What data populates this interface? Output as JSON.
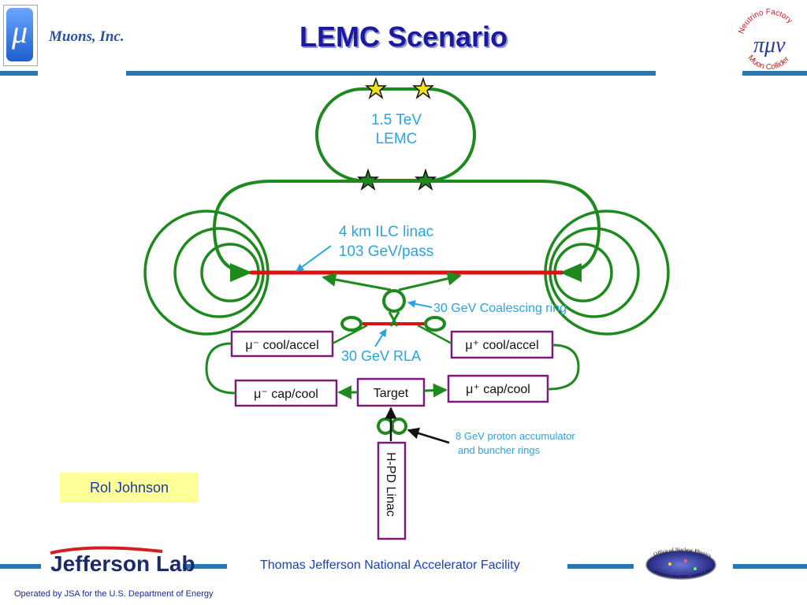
{
  "header": {
    "logo_glyph": "μ",
    "company": "Muons, Inc.",
    "title": "LEMC Scenario",
    "badge_text_top": "Neutrino Factory",
    "badge_text_bottom": "Muon Collider",
    "badge_glyphs": "πμν"
  },
  "diagram": {
    "collider_label_line1": "1.5 TeV",
    "collider_label_line2": "LEMC",
    "linac_label_line1": "4 km ILC linac",
    "linac_label_line2": "103 GeV/pass",
    "coalescing_label": "30 GeV Coalescing ring",
    "rla_label": "30 GeV RLA",
    "mu_minus_cool": "μ⁻ cool/accel",
    "mu_plus_cool": "μ⁺ cool/accel",
    "mu_minus_cap": "μ⁻ cap/cool",
    "mu_plus_cap": "μ⁺ cap/cool",
    "target": "Target",
    "accumulator_line1": "8 GeV proton accumulator",
    "accumulator_line2": "and buncher rings",
    "hpd_linac": "H-PD Linac",
    "colors": {
      "ring": "#1e8a1e",
      "linac": "#dd1111",
      "box_border": "#7a1a7a",
      "label_blue": "#2aa4e0",
      "arrow_blue": "#2aa4e0"
    }
  },
  "note": {
    "name": "Rol Johnson"
  },
  "footer": {
    "lab": "Jefferson Lab",
    "facility": "Thomas Jefferson National Accelerator Facility",
    "operated": "Operated by JSA for the U.S. Department of Energy",
    "office_text_top": "Office of Nuclear Physics",
    "office_text_bottom": "Exploring Nuclear Matter · Quarks to Stars"
  }
}
